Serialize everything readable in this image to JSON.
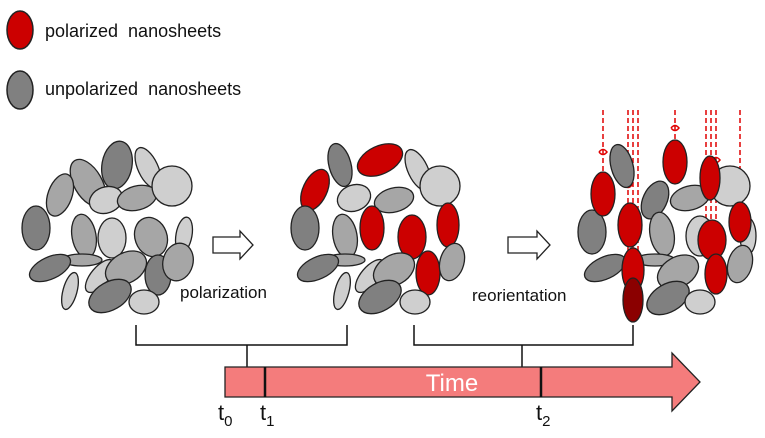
{
  "legend": {
    "polarized_label": "polarized  nanosheets",
    "unpolarized_label": "unpolarized  nanosheets"
  },
  "process": {
    "step1_label": "polarization",
    "step2_label": "reorientation"
  },
  "timeline": {
    "arrow_label": "Time",
    "t0": "t",
    "t0_sub": "0",
    "t1": "t",
    "t1_sub": "1",
    "t2": "t",
    "t2_sub": "2"
  },
  "colors": {
    "polarized": "#cc0000",
    "polarized_dark": "#8b0000",
    "unpolarized_dark": "#808080",
    "unpolarized_mid": "#a6a6a6",
    "unpolarized_light": "#cfcfcf",
    "time_arrow": "#f47c7c",
    "field_lines": "#e00000"
  }
}
